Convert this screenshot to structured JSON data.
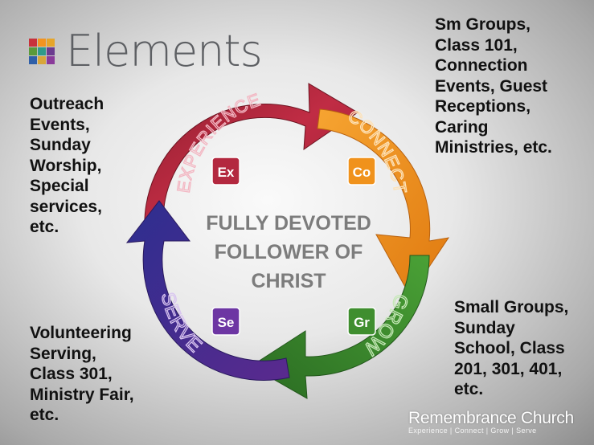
{
  "brand": {
    "name": "Elements",
    "squares": [
      "#c8323b",
      "#f29420",
      "#5a9a3a",
      "#6b3b8f"
    ]
  },
  "center": {
    "lines": [
      "FULLY DEVOTED",
      "FOLLOWER OF",
      "CHRIST"
    ]
  },
  "stages": [
    {
      "word": "EXPERIENCE",
      "badge": "Ex",
      "color": "#b3283f"
    },
    {
      "word": "CONNECT",
      "badge": "Co",
      "color": "#f0921c"
    },
    {
      "word": "GROW",
      "badge": "Gr",
      "color": "#3f8e2f"
    },
    {
      "word": "SERVE",
      "badge": "Se",
      "color": "#6d36a3"
    }
  ],
  "notes": {
    "experience": "Outreach\nEvents,\nSunday\nWorship,\nSpecial\nservices,\netc.",
    "connect": "Sm Groups,\nClass 101,\nConnection\nEvents,  Guest\nReceptions,\nCaring\nMinistries, etc.",
    "grow": "Small Groups,\nSunday\nSchool, Class\n201, 301, 401,\netc.",
    "serve": "Volunteering\nServing,\nClass 301,\nMinistry Fair,\netc."
  },
  "church": {
    "name": "Remembrance Church",
    "tagline": "Experience | Connect | Grow | Serve"
  }
}
